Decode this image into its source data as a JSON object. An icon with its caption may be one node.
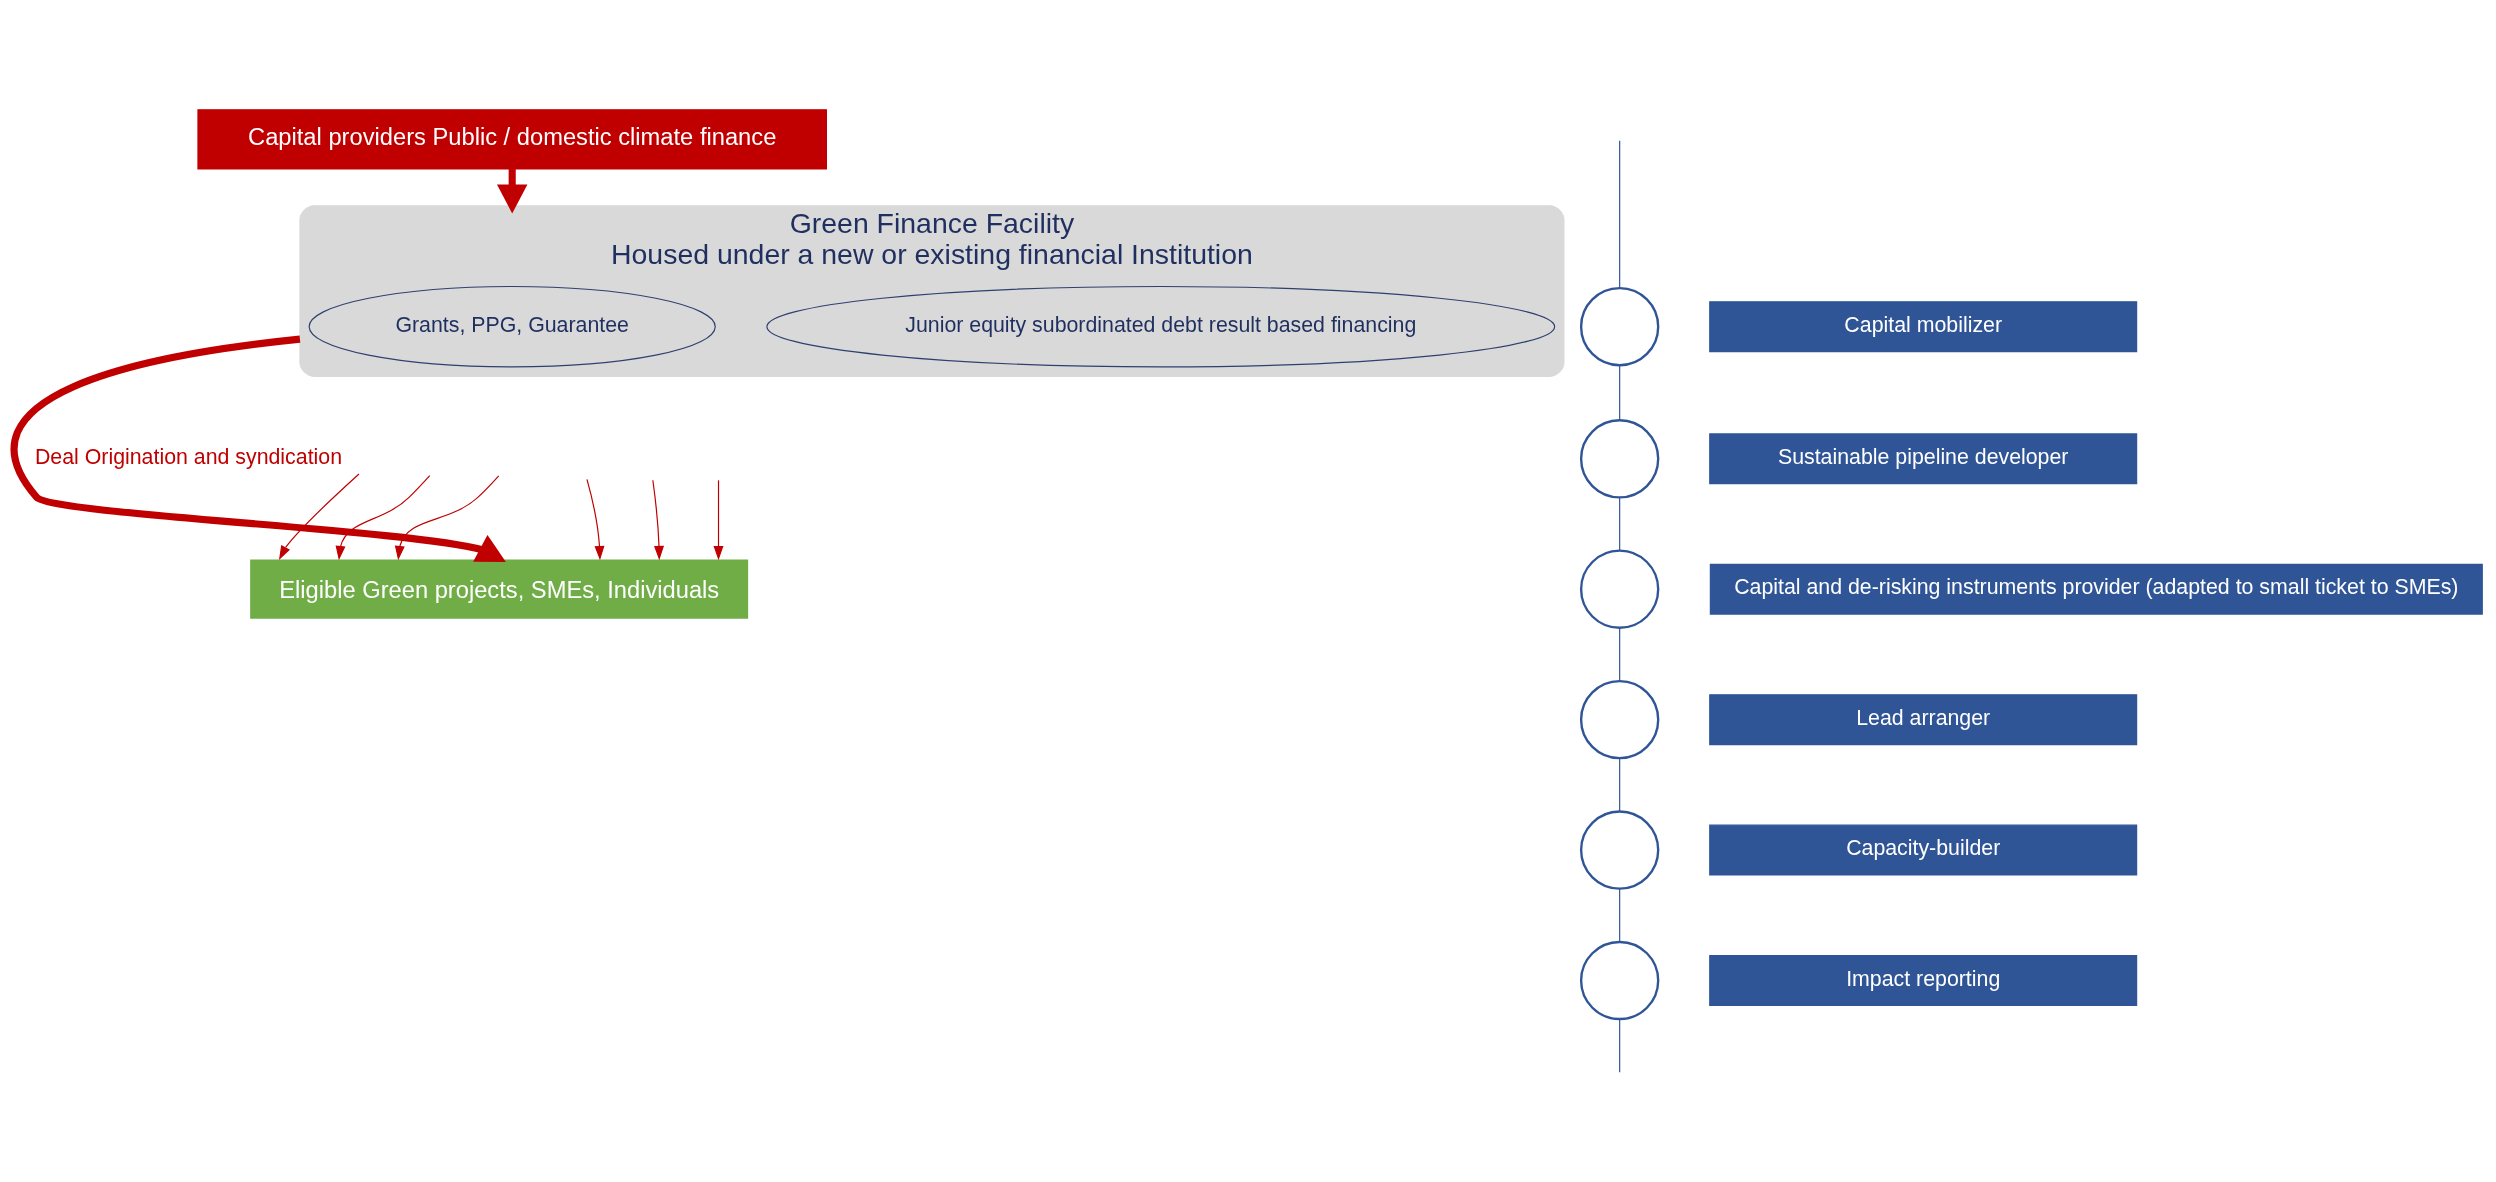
{
  "diagram": {
    "nodes": [
      {
        "text": [
          "Capital providers Public / domestic climate finance"
        ]
      },
      {
        "text": [
          "Green Finance Facility",
          "Housed under a new or existing financial Institution"
        ]
      },
      {
        "text": [
          "Grants, PPG, Guarantee"
        ],
        "in": 1
      },
      {
        "text": [
          "Junior equity subordinated debt result based financing"
        ],
        "in": 1
      },
      {
        "text": [
          "Eligible Green projects, SMEs, Individuals"
        ]
      },
      {
        "text": [],
        "shape": "circle"
      },
      {
        "text": [
          "Capital mobilizer"
        ]
      },
      {
        "text": [],
        "shape": "circle"
      },
      {
        "text": [
          "Sustainable pipeline developer"
        ]
      },
      {
        "text": [],
        "shape": "circle"
      },
      {
        "text": [
          "Capital and de-risking instruments provider (adapted to small ticket to SMEs)"
        ]
      },
      {
        "text": [],
        "shape": "circle"
      },
      {
        "text": [
          "Lead arranger"
        ]
      },
      {
        "text": [],
        "shape": "circle"
      },
      {
        "text": [
          "Capacity-builder"
        ]
      },
      {
        "text": [],
        "shape": "circle"
      },
      {
        "text": [
          "Impact reporting"
        ]
      }
    ],
    "edges": [
      {
        "from": 0,
        "to": 1,
        "arrow": "to",
        "style": "thick",
        "color": "#c00000"
      },
      {
        "from": 1,
        "to": 4,
        "arrow": "to",
        "label": "Deal Origination and syndication",
        "style": "thick",
        "color": "#c00000"
      },
      {
        "from": null,
        "to": 4,
        "arrow": "to",
        "color": "#c00000"
      },
      {
        "from": null,
        "to": 4,
        "arrow": "to",
        "color": "#c00000"
      },
      {
        "from": null,
        "to": 4,
        "arrow": "to",
        "color": "#c00000"
      },
      {
        "from": null,
        "to": 4,
        "arrow": "to",
        "color": "#c00000"
      },
      {
        "from": null,
        "to": 4,
        "arrow": "to",
        "color": "#c00000"
      },
      {
        "from": null,
        "to": 4,
        "arrow": "to",
        "color": "#c00000"
      },
      {
        "from": null,
        "to": 5,
        "arrow": "none",
        "color": "#2f5597"
      },
      {
        "from": 5,
        "to": 7,
        "arrow": "none",
        "color": "#2f5597"
      },
      {
        "from": 7,
        "to": 9,
        "arrow": "none",
        "color": "#2f5597"
      },
      {
        "from": 9,
        "to": 11,
        "arrow": "none",
        "color": "#2f5597"
      },
      {
        "from": 11,
        "to": 13,
        "arrow": "none",
        "color": "#2f5597"
      },
      {
        "from": 13,
        "to": 15,
        "arrow": "none",
        "color": "#2f5597"
      },
      {
        "from": 15,
        "to": null,
        "arrow": "none",
        "color": "#2f5597"
      }
    ]
  }
}
